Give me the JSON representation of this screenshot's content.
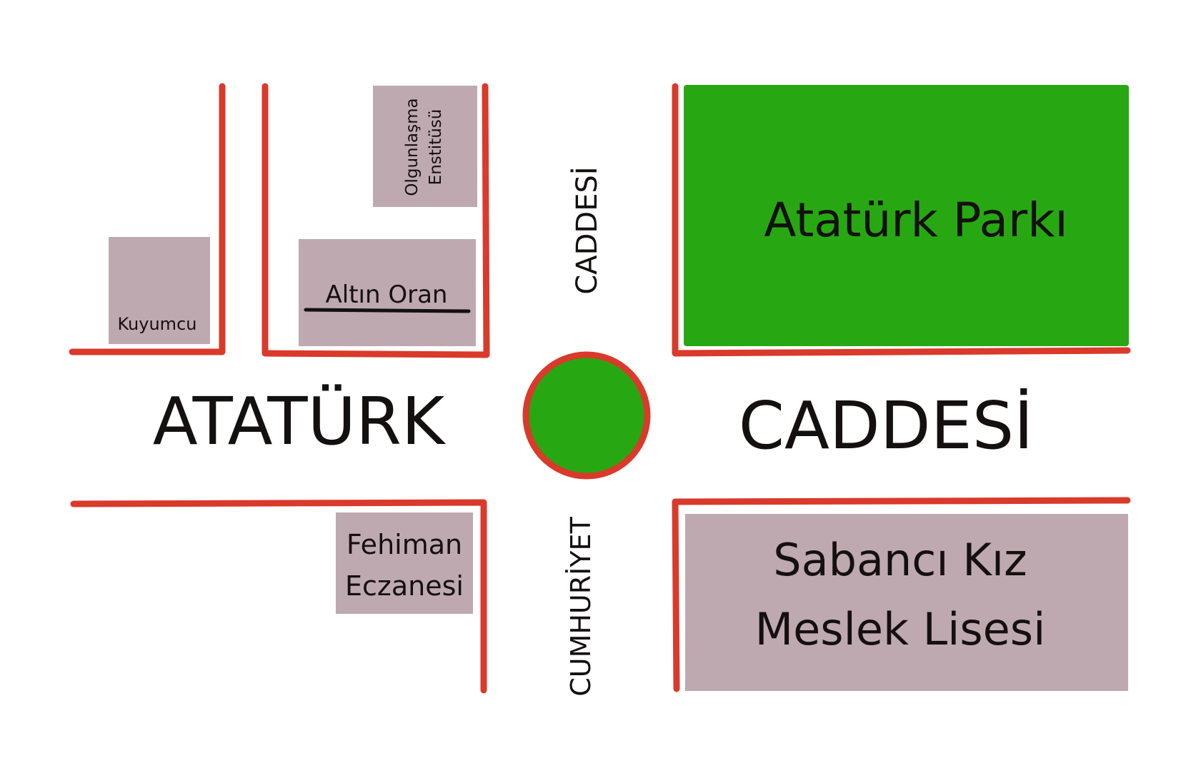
{
  "colors": {
    "street_edge": "#d93a2b",
    "building": "#bfa9b1",
    "park": "#27a812",
    "text": "#141010",
    "background": "#ffffff"
  },
  "streets": {
    "main_left": "ATATÜRK",
    "main_right": "CADDESİ",
    "cross_top": "CADDESİ",
    "cross_bottom": "CUMHURİYET"
  },
  "places": {
    "kuyumcu": "Kuyumcu",
    "altin_oran": "Altın Oran",
    "olgunlasma_line1": "Olgunlaşma",
    "olgunlasma_line2": "Enstitüsü",
    "park": "Atatürk Parkı",
    "eczane_line1": "Fehiman",
    "eczane_line2": "Eczanesi",
    "lise_line1": "Sabancı Kız",
    "lise_line2": "Meslek Lisesi"
  }
}
